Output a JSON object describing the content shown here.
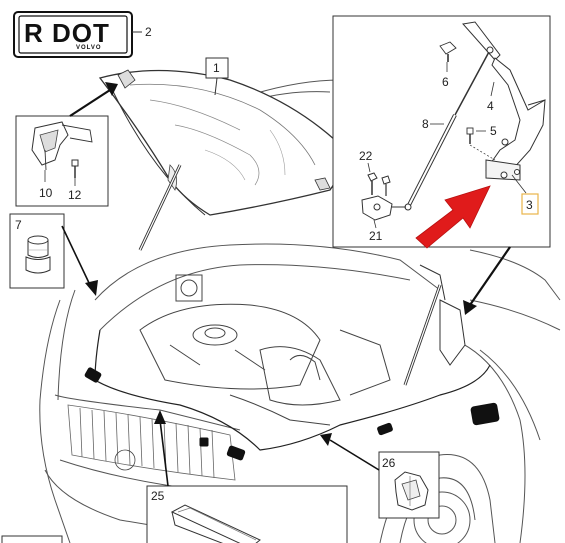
{
  "logo": {
    "main": "R DOT",
    "sub": "VOLVO"
  },
  "callouts": {
    "c1": "1",
    "c2": "2",
    "c3": "3",
    "c4": "4",
    "c5": "5",
    "c6": "6",
    "c7": "7",
    "c8": "8",
    "c10": "10",
    "c12": "12",
    "c21": "21",
    "c22": "22",
    "c25": "25",
    "c26": "26"
  },
  "colors": {
    "line": "#333333",
    "highlight": "#e8b54a",
    "arrow_red": "#e01b1b",
    "arrow_dark": "#111111"
  }
}
